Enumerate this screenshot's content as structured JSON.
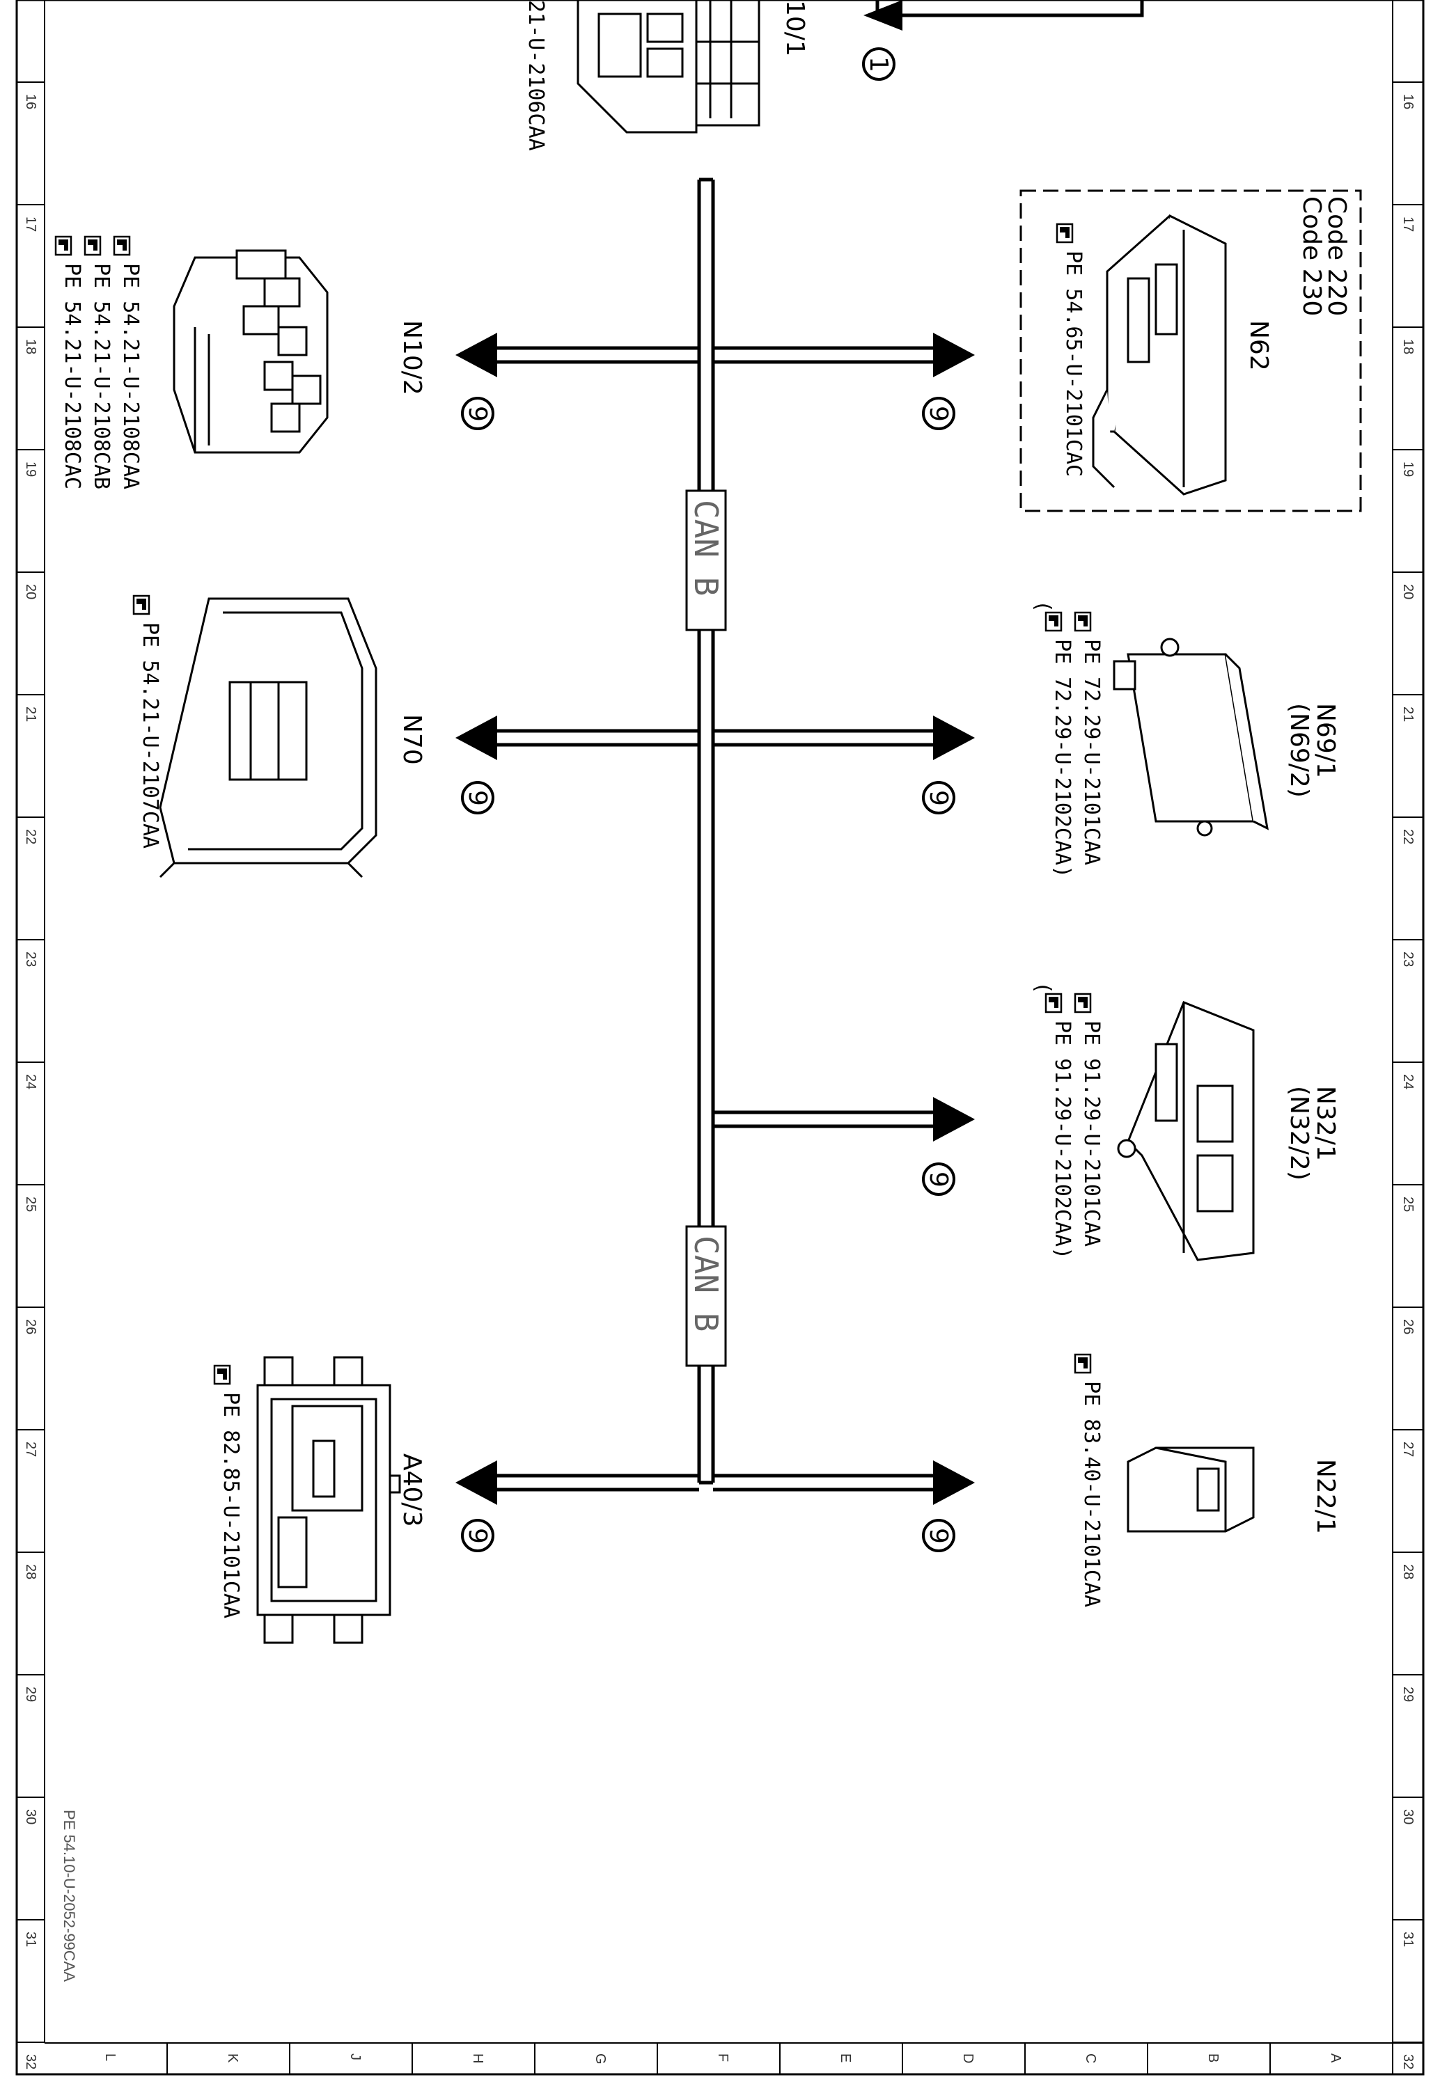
{
  "rulers": {
    "rows": [
      "16",
      "17",
      "18",
      "19",
      "20",
      "21",
      "22",
      "23",
      "24",
      "25",
      "26",
      "27",
      "28",
      "29",
      "30",
      "31",
      "32"
    ],
    "columns": [
      "L",
      "K",
      "J",
      "H",
      "G",
      "F",
      "E",
      "D",
      "C",
      "B",
      "A"
    ]
  },
  "bus_labels": [
    "CAN B",
    "CAN B"
  ],
  "top": {
    "partial_id": "10/1",
    "partial_ref": "21-U-2106CAA",
    "circle": "1"
  },
  "connector_marker": "9",
  "ref_prefix": "PE",
  "components": {
    "n62": {
      "id": "N62",
      "codes": [
        "Code 220",
        "Code 230"
      ],
      "refs": [
        "54.65-U-2101CAC"
      ]
    },
    "n10_2": {
      "id": "N10/2",
      "refs": [
        "54.21-U-2108CAA",
        "54.21-U-2108CAB",
        "54.21-U-2108CAC"
      ]
    },
    "n69_1": {
      "id": "N69/1",
      "alt_id": "(N69/2)",
      "refs": [
        "72.29-U-2101CAA",
        "72.29-U-2102CAA)"
      ]
    },
    "n70": {
      "id": "N70",
      "refs": [
        "54.21-U-2107CAA"
      ]
    },
    "n32_1": {
      "id": "N32/1",
      "alt_id": "(N32/2)",
      "refs": [
        "91.29-U-2101CAA",
        "91.29-U-2102CAA)"
      ]
    },
    "n22_1": {
      "id": "N22/1",
      "refs": [
        "83.40-U-2101CAA"
      ]
    },
    "a40_3": {
      "id": "A40/3",
      "refs": [
        "82.85-U-2101CAA"
      ]
    }
  },
  "footer": "PE 54.10-U-2052-99CAA",
  "icons": [
    "pointing-hand-icon",
    "arrow-head-icon"
  ]
}
